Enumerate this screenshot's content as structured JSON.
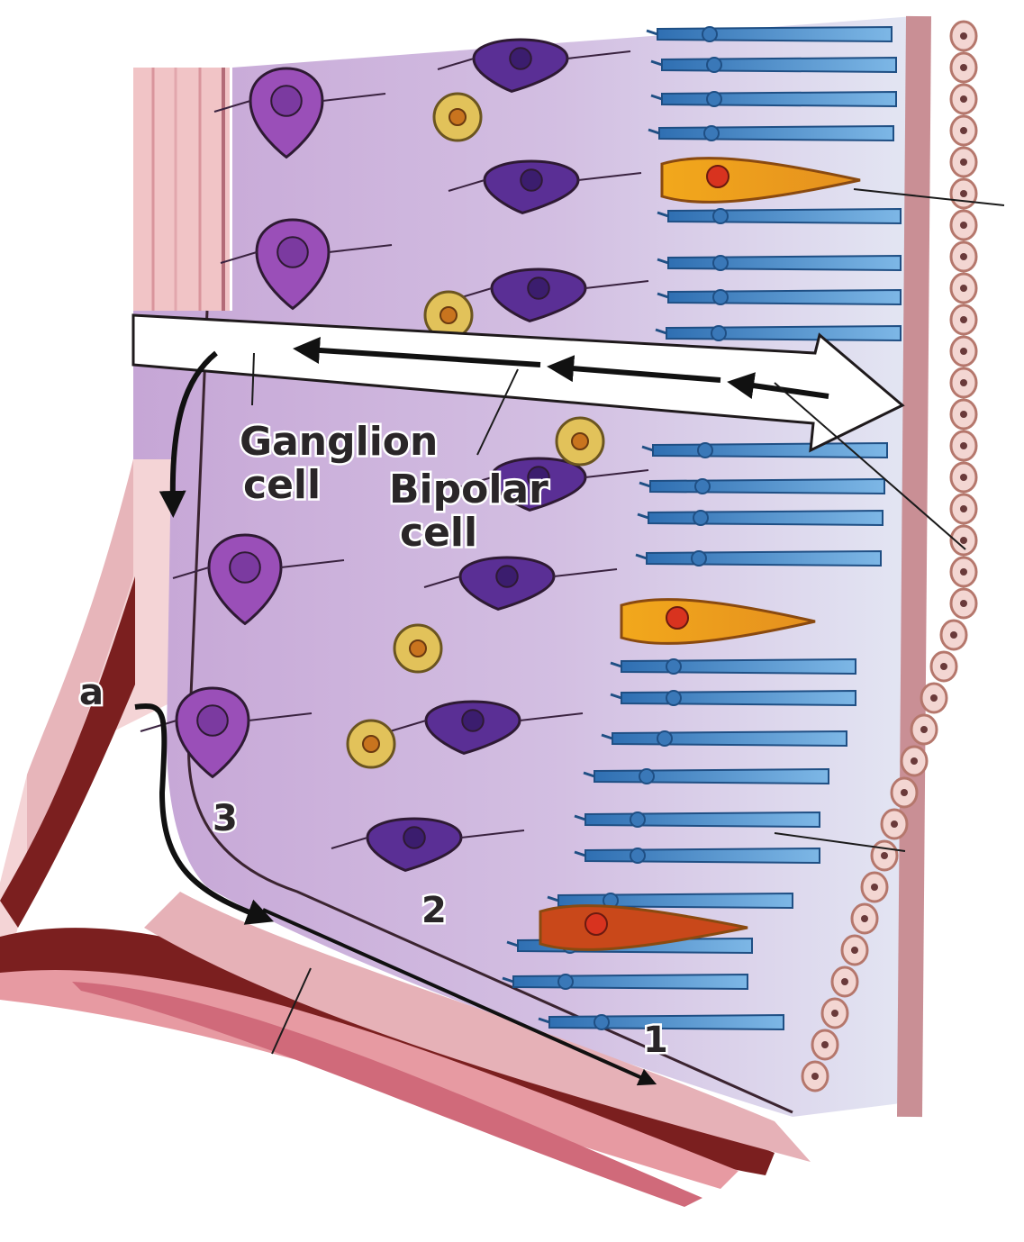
{
  "labels": {
    "ganglion_line1": "Ganglion",
    "ganglion_line2": "cell",
    "bipolar_line1": "Bipolar",
    "bipolar_line2": "cell",
    "num_1": "1",
    "num_2": "2",
    "num_3": "3",
    "edge_letter": "a"
  },
  "colors": {
    "retina_background": "#c9b3dc",
    "ganglion_cell": "#9a4fb8",
    "bipolar_cell": "#5a2f95",
    "amacrine_cell": "#e2c25a",
    "rod": "#4f93cf",
    "cone": "#e8921c",
    "cone_dark": "#c9481a",
    "pigment_epithelium": "#b5776c",
    "choroid": "#7b1f1f",
    "sclera": "#e79aa2"
  }
}
